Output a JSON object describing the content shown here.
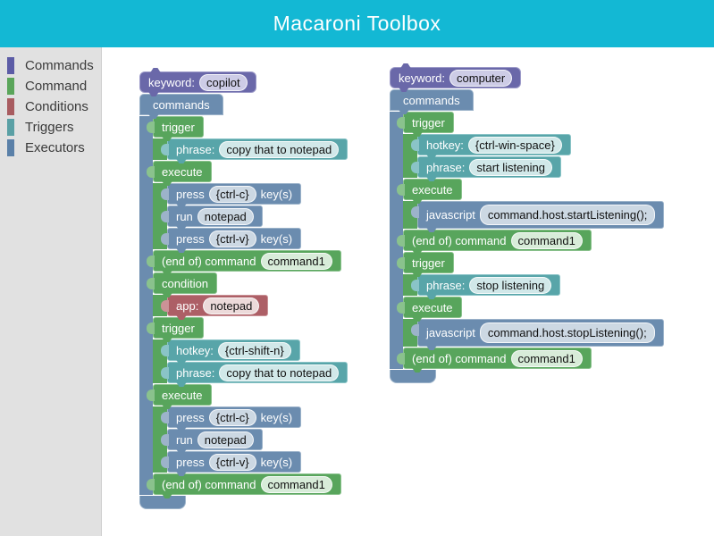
{
  "header": {
    "title": "Macaroni Toolbox",
    "bg": "#13b8d4"
  },
  "sidebar": {
    "items": [
      {
        "label": "Commands",
        "color": "#5c5ca6"
      },
      {
        "label": "Command",
        "color": "#5aa55a"
      },
      {
        "label": "Conditions",
        "color": "#a85c60"
      },
      {
        "label": "Triggers",
        "color": "#5aa0a5"
      },
      {
        "label": "Executors",
        "color": "#5a80a8"
      }
    ]
  },
  "workspace": {
    "stacks": [
      {
        "name": "copilot-command",
        "keyword": {
          "label": "keyword:",
          "value": "copilot"
        },
        "container": {
          "label": "commands"
        },
        "blocks": [
          {
            "type": "trigger",
            "color": "green",
            "label": "trigger",
            "children": [
              {
                "type": "phrase",
                "color": "teal",
                "parts": [
                  {
                    "t": "label",
                    "v": "phrase:"
                  },
                  {
                    "t": "field",
                    "v": "copy that to notepad"
                  }
                ]
              }
            ]
          },
          {
            "type": "execute",
            "color": "green",
            "label": "execute",
            "children": [
              {
                "type": "press",
                "color": "blue",
                "parts": [
                  {
                    "t": "label",
                    "v": "press"
                  },
                  {
                    "t": "field",
                    "v": "{ctrl-c}"
                  },
                  {
                    "t": "label",
                    "v": "key(s)"
                  }
                ]
              },
              {
                "type": "run",
                "color": "blue",
                "parts": [
                  {
                    "t": "label",
                    "v": "run"
                  },
                  {
                    "t": "field",
                    "v": "notepad"
                  }
                ]
              },
              {
                "type": "press",
                "color": "blue",
                "parts": [
                  {
                    "t": "label",
                    "v": "press"
                  },
                  {
                    "t": "field",
                    "v": "{ctrl-v}"
                  },
                  {
                    "t": "label",
                    "v": "key(s)"
                  }
                ]
              }
            ]
          },
          {
            "type": "end-command",
            "color": "green",
            "parts": [
              {
                "t": "label",
                "v": "(end of) command"
              },
              {
                "t": "field",
                "v": "command1"
              }
            ]
          },
          {
            "type": "condition",
            "color": "green",
            "label": "condition",
            "children": [
              {
                "type": "app",
                "color": "red",
                "parts": [
                  {
                    "t": "label",
                    "v": "app:"
                  },
                  {
                    "t": "field",
                    "v": "notepad"
                  }
                ]
              }
            ]
          },
          {
            "type": "trigger",
            "color": "green",
            "label": "trigger",
            "children": [
              {
                "type": "hotkey",
                "color": "teal",
                "parts": [
                  {
                    "t": "label",
                    "v": "hotkey:"
                  },
                  {
                    "t": "field",
                    "v": "{ctrl-shift-n}"
                  }
                ]
              },
              {
                "type": "phrase",
                "color": "teal",
                "parts": [
                  {
                    "t": "label",
                    "v": "phrase:"
                  },
                  {
                    "t": "field",
                    "v": "copy that to notepad"
                  }
                ]
              }
            ]
          },
          {
            "type": "execute",
            "color": "green",
            "label": "execute",
            "children": [
              {
                "type": "press",
                "color": "blue",
                "parts": [
                  {
                    "t": "label",
                    "v": "press"
                  },
                  {
                    "t": "field",
                    "v": "{ctrl-c}"
                  },
                  {
                    "t": "label",
                    "v": "key(s)"
                  }
                ]
              },
              {
                "type": "run",
                "color": "blue",
                "parts": [
                  {
                    "t": "label",
                    "v": "run"
                  },
                  {
                    "t": "field",
                    "v": "notepad"
                  }
                ]
              },
              {
                "type": "press",
                "color": "blue",
                "parts": [
                  {
                    "t": "label",
                    "v": "press"
                  },
                  {
                    "t": "field",
                    "v": "{ctrl-v}"
                  },
                  {
                    "t": "label",
                    "v": "key(s)"
                  }
                ]
              }
            ]
          },
          {
            "type": "end-command",
            "color": "green",
            "parts": [
              {
                "t": "label",
                "v": "(end of) command"
              },
              {
                "t": "field",
                "v": "command1"
              }
            ]
          }
        ]
      },
      {
        "name": "computer-command",
        "keyword": {
          "label": "keyword:",
          "value": "computer"
        },
        "container": {
          "label": "commands"
        },
        "blocks": [
          {
            "type": "trigger",
            "color": "green",
            "label": "trigger",
            "children": [
              {
                "type": "hotkey",
                "color": "teal",
                "parts": [
                  {
                    "t": "label",
                    "v": "hotkey:"
                  },
                  {
                    "t": "field",
                    "v": "{ctrl-win-space}"
                  }
                ]
              },
              {
                "type": "phrase",
                "color": "teal",
                "parts": [
                  {
                    "t": "label",
                    "v": "phrase:"
                  },
                  {
                    "t": "field",
                    "v": "start listening"
                  }
                ]
              }
            ]
          },
          {
            "type": "execute",
            "color": "green",
            "label": "execute",
            "children": [
              {
                "type": "javascript",
                "color": "blue",
                "tall": true,
                "parts": [
                  {
                    "t": "label",
                    "v": "javascript"
                  },
                  {
                    "t": "field",
                    "v": "command.host.startListening();"
                  }
                ]
              }
            ]
          },
          {
            "type": "end-command",
            "color": "green",
            "parts": [
              {
                "t": "label",
                "v": "(end of) command"
              },
              {
                "t": "field",
                "v": "command1"
              }
            ]
          },
          {
            "type": "trigger",
            "color": "green",
            "label": "trigger",
            "children": [
              {
                "type": "phrase",
                "color": "teal",
                "parts": [
                  {
                    "t": "label",
                    "v": "phrase:"
                  },
                  {
                    "t": "field",
                    "v": "stop listening"
                  }
                ]
              }
            ]
          },
          {
            "type": "execute",
            "color": "green",
            "label": "execute",
            "children": [
              {
                "type": "javascript",
                "color": "blue",
                "tall": true,
                "parts": [
                  {
                    "t": "label",
                    "v": "javascript"
                  },
                  {
                    "t": "field",
                    "v": "command.host.stopListening();"
                  }
                ]
              }
            ]
          },
          {
            "type": "end-command",
            "color": "green",
            "parts": [
              {
                "t": "label",
                "v": "(end of) command"
              },
              {
                "t": "field",
                "v": "command1"
              }
            ]
          }
        ]
      }
    ]
  }
}
